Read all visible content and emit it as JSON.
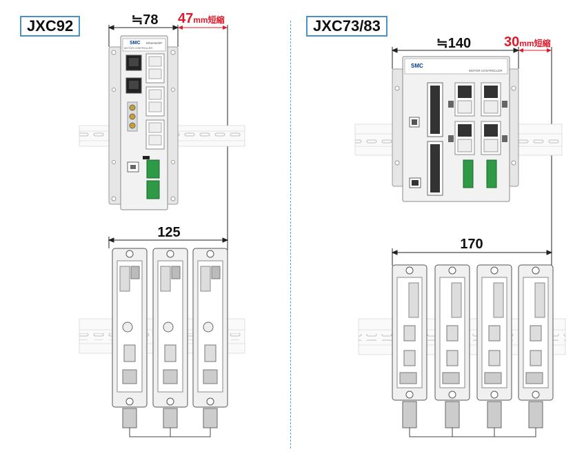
{
  "left": {
    "model": "JXC92",
    "dim_top": "≒78",
    "reduction_value": "47",
    "reduction_unit": "mm短縮",
    "dim_bottom": "125",
    "device": {
      "brand": "SMC",
      "network": "EtherNet/IP",
      "title": "MOTOR CONTROLLER"
    }
  },
  "right": {
    "model": "JXC73/83",
    "dim_top": "≒140",
    "reduction_value": "30",
    "reduction_unit": "mm短縮",
    "dim_bottom": "170",
    "device": {
      "brand": "SMC",
      "title": "MOTOR CONTROLLER"
    }
  },
  "colors": {
    "accent_red": "#e0192a",
    "divider_blue": "#4aa0d8",
    "terminal_green": "#2e9a45"
  }
}
